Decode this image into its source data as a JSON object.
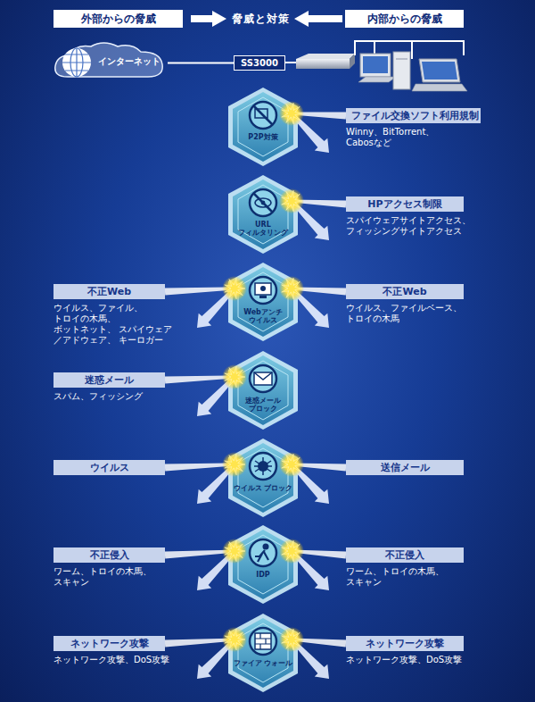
{
  "diagram": {
    "nodes": [
      {
        "text": [
          "外部からの脅威"
        ]
      },
      {
        "text": [
          "内部からの脅威"
        ]
      },
      {
        "text": [
          "インターネット"
        ]
      },
      {
        "text": [
          "SS3000"
        ]
      },
      {
        "text": [
          "P2P対策"
        ]
      },
      {
        "text": [
          "ファイル交換ソフト利用規制",
          "Winny、BitTorrent、 Cabosなど"
        ]
      },
      {
        "text": [
          "URL フィルタリング"
        ]
      },
      {
        "text": [
          "HPアクセス制限",
          "スパイウェアサイトアクセス、 フィッシングサイトアクセス"
        ]
      },
      {
        "text": [
          "不正Web",
          "ウイルス、ファイル、 トロイの木馬、ボットネット、 スパイウェア／アドウェア、 キーロガー"
        ]
      },
      {
        "text": [
          "Webアンチ ウイルス"
        ]
      },
      {
        "text": [
          "不正Web",
          "ウイルス、ファイルベース、 トロイの木馬"
        ]
      },
      {
        "text": [
          "迷惑メール",
          "スパム、フィッシング"
        ]
      },
      {
        "text": [
          "迷惑メール ブロック"
        ]
      },
      {
        "text": [
          "ウイルス"
        ]
      },
      {
        "text": [
          "ウイルス ブロック"
        ]
      },
      {
        "text": [
          "送信メール"
        ]
      },
      {
        "text": [
          "不正侵入",
          "ワーム、トロイの木馬、 スキャン"
        ]
      },
      {
        "text": [
          "IDP"
        ]
      },
      {
        "text": [
          "不正侵入",
          "ワーム、トロイの木馬、 スキャン"
        ]
      },
      {
        "text": [
          "ネットワーク攻撃",
          "ネットワーク攻撃、DoS攻撃"
        ]
      },
      {
        "text": [
          "ファイア ウォール"
        ]
      },
      {
        "text": [
          "ネットワーク攻撃",
          "ネットワーク攻撃、DoS攻撃"
        ]
      }
    ],
    "edges": [
      {
        "from": 2,
        "to": 3,
        "arrow": "none"
      },
      {
        "from": 5,
        "to": 4,
        "arrow": "none"
      },
      {
        "from": 7,
        "to": 6,
        "arrow": "none"
      },
      {
        "from": 8,
        "to": 9,
        "arrow": "none"
      },
      {
        "from": 10,
        "to": 9,
        "arrow": "none"
      },
      {
        "from": 11,
        "to": 12,
        "arrow": "none"
      },
      {
        "from": 13,
        "to": 14,
        "arrow": "none"
      },
      {
        "from": 15,
        "to": 14,
        "arrow": "none"
      },
      {
        "from": 16,
        "to": 17,
        "arrow": "none"
      },
      {
        "from": 18,
        "to": 17,
        "arrow": "none"
      },
      {
        "from": 19,
        "to": 20,
        "arrow": "none"
      },
      {
        "from": 21,
        "to": 20,
        "arrow": "none"
      }
    ],
    "labels": [
      "脅威と対策"
    ]
  }
}
